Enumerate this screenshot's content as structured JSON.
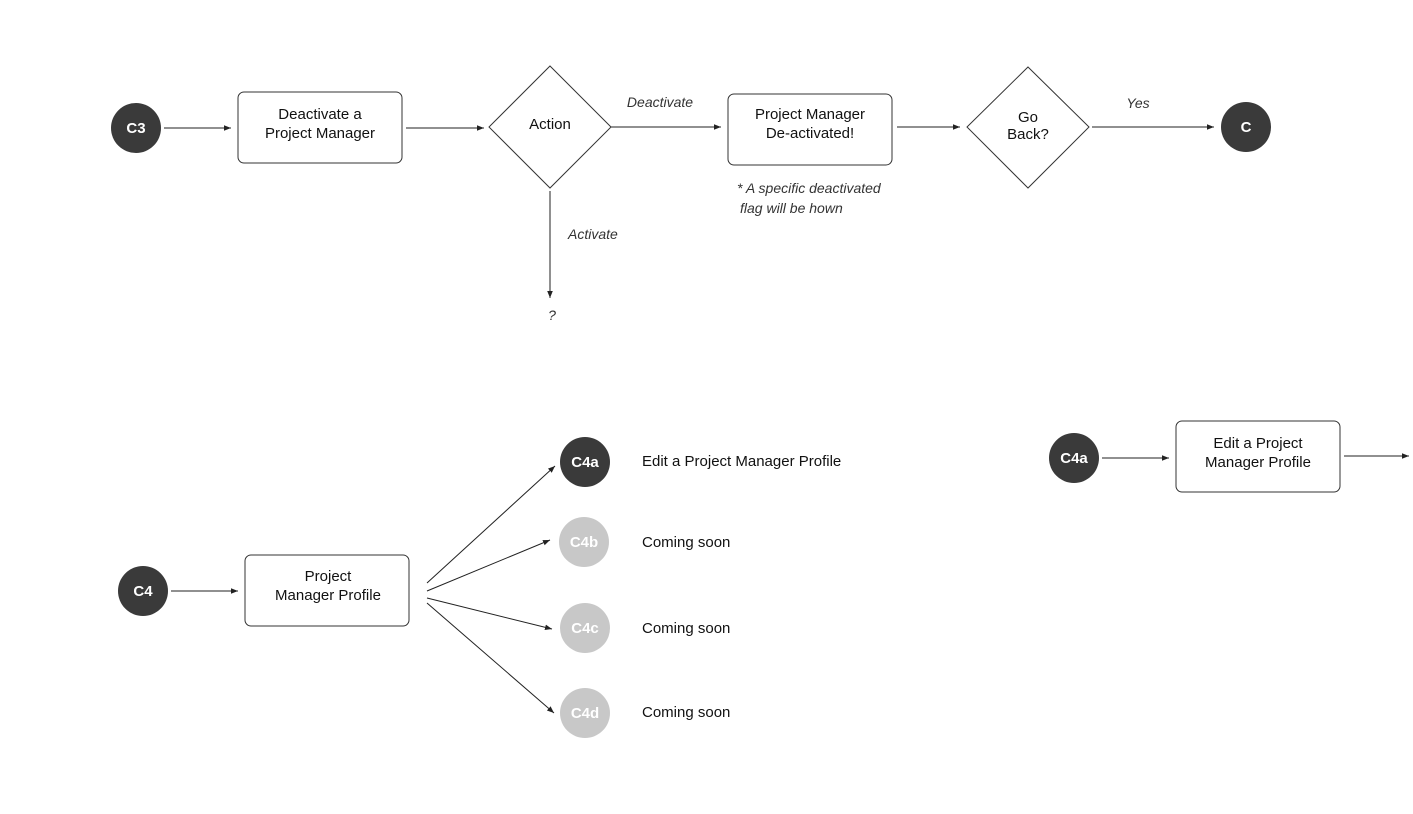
{
  "colors": {
    "dark_node": "#3a3a3a",
    "inactive_node": "#c8c8c8",
    "line": "#222222",
    "box_border": "#333333"
  },
  "flow_c3": {
    "start": "C3",
    "deactivate_box": [
      "Deactivate a",
      "Project Manager"
    ],
    "action_diamond": "Action",
    "deactivate_label": "Deactivate",
    "result_box": [
      "Project Manager",
      "De-activated!"
    ],
    "note": [
      "* A specific deactivated",
      "flag will be hown"
    ],
    "go_back_diamond": [
      "Go",
      "Back?"
    ],
    "yes_label": "Yes",
    "end": "C",
    "activate_label": "Activate",
    "unknown": "?"
  },
  "flow_c4": {
    "start": "C4",
    "profile_box": [
      "Project",
      "Manager Profile"
    ],
    "options": [
      {
        "id": "C4a",
        "label": "Edit a Project Manager Profile",
        "active": true
      },
      {
        "id": "C4b",
        "label": "Coming soon",
        "active": false
      },
      {
        "id": "C4c",
        "label": "Coming soon",
        "active": false
      },
      {
        "id": "C4d",
        "label": "Coming soon",
        "active": false
      }
    ]
  },
  "flow_c4a": {
    "start": "C4a",
    "edit_box": [
      "Edit a Project",
      "Manager Profile"
    ]
  }
}
